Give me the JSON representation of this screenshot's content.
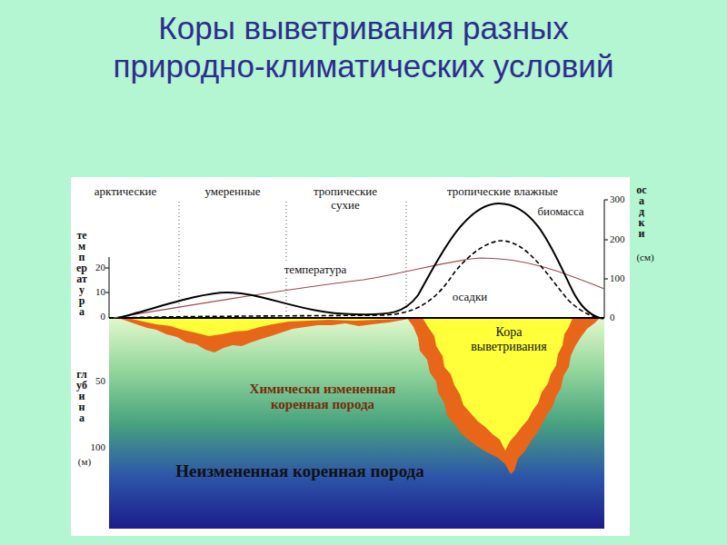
{
  "diagram": {
    "title": "Коры выветривания разных природно-климатических условий",
    "labels": [
      "арктические",
      "умеренные",
      "тропические сухие",
      "тропические влажные",
      "300",
      "осадки",
      "биомасса",
      "температура",
      "200",
      "(см)",
      "20",
      "температура",
      "10",
      "100",
      "осадки",
      "0",
      "0",
      "Кора выветривания",
      "глубина",
      "50",
      "Химически измененная коренная порода",
      "100",
      "(м)",
      "Неизмененная коренная порода"
    ]
  }
}
